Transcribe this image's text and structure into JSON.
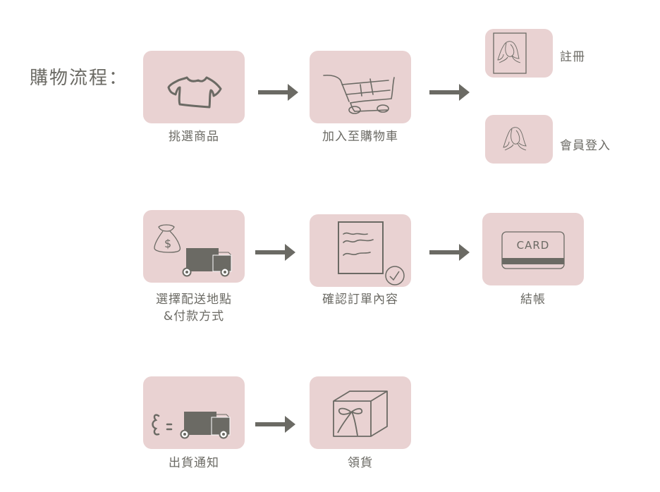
{
  "title": "購物流程：",
  "colors": {
    "box": "#e9d2d2",
    "ink": "#6b6a64"
  },
  "steps": [
    {
      "label": "挑選商品",
      "icon": "tshirt-icon"
    },
    {
      "label": "加入至購物車",
      "icon": "shopping-cart-icon"
    },
    {
      "label": "註冊",
      "icon": "member-portrait-icon"
    },
    {
      "label": "會員登入",
      "icon": "member-face-icon"
    },
    {
      "label_line1": "選擇配送地點",
      "label_line2": "&付款方式",
      "icon": "money-bag-truck-icon"
    },
    {
      "label": "確認訂單內容",
      "icon": "order-document-check-icon"
    },
    {
      "label": "結帳",
      "icon": "credit-card-icon",
      "card_text": "CARD"
    },
    {
      "label": "出貨通知",
      "icon": "delivery-truck-icon"
    },
    {
      "label": "領貨",
      "icon": "gift-box-icon"
    }
  ]
}
